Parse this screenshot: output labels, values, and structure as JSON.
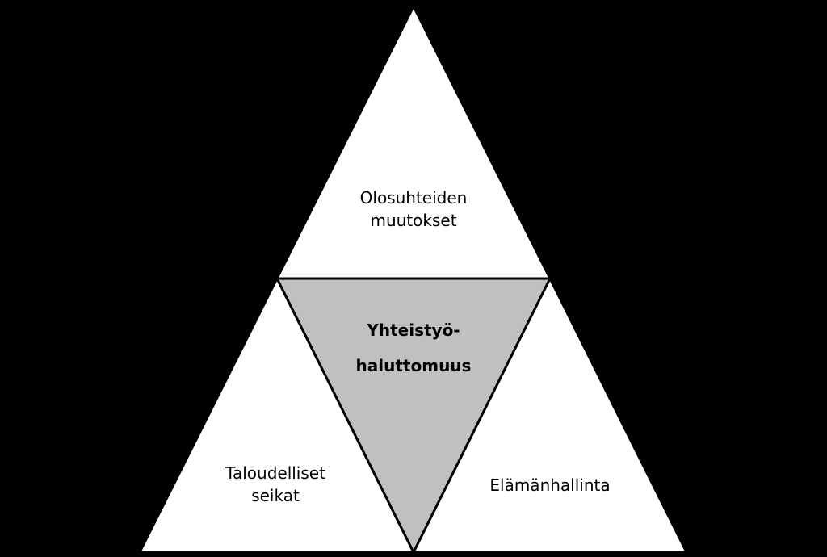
{
  "diagram": {
    "top": {
      "line1": "Olosuhteiden",
      "line2": "muutokset"
    },
    "center": {
      "line1": "Yhteistyö-",
      "line2": "haluttomuus"
    },
    "left": {
      "line1": "Taloudelliset",
      "line2": "seikat"
    },
    "right": {
      "line1": "Elämänhallinta"
    }
  },
  "colors": {
    "background": "#000000",
    "outer_triangles": "#ffffff",
    "center_triangle": "#c0c0c0",
    "outline": "#000000"
  }
}
